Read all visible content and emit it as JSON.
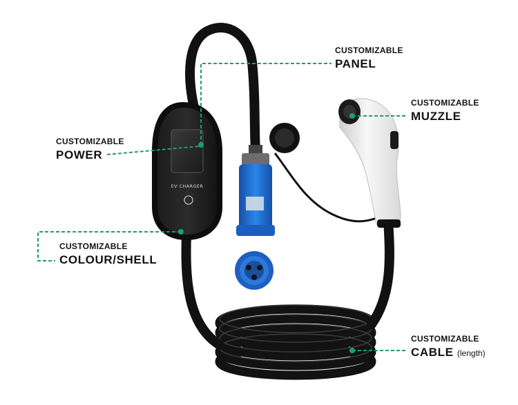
{
  "colors": {
    "accent": "#1e9e6a",
    "cable": "#111111",
    "plug_blue": "#1f6fd1",
    "connector_white": "#f2f2f2"
  },
  "device": {
    "screen_label": "EV CHARGER"
  },
  "callouts": {
    "panel": {
      "line1": "CUSTOMIZABLE",
      "line2": "PANEL"
    },
    "muzzle": {
      "line1": "CUSTOMIZABLE",
      "line2": "MUZZLE"
    },
    "power": {
      "line1": "CUSTOMIZABLE",
      "line2": "POWER"
    },
    "colour_shell": {
      "line1": "CUSTOMIZABLE",
      "line2": "COLOUR/SHELL"
    },
    "cable": {
      "line1": "CUSTOMIZABLE",
      "line2": "CABLE",
      "note": "(length)"
    }
  }
}
